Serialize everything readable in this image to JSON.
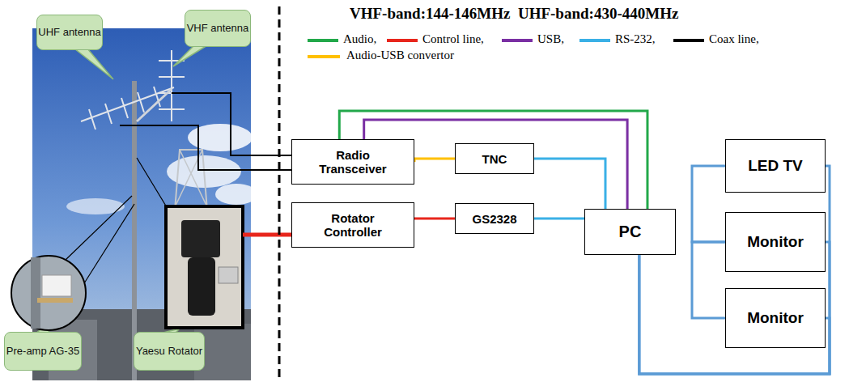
{
  "diagram": {
    "title": "VHF-band:144-146MHz  UHF-band:430-440MHz",
    "nodes": [
      {
        "text": [
          "UHF antenna"
        ]
      },
      {
        "text": [
          "VHF antenna"
        ]
      },
      {
        "text": [
          "Pre-amp AG-35"
        ]
      },
      {
        "text": [
          "Yaesu Rotator"
        ]
      },
      {
        "text": [
          "Radio Transceiver"
        ]
      },
      {
        "text": [
          "TNC"
        ]
      },
      {
        "text": [
          "Rotator Controller"
        ]
      },
      {
        "text": [
          "GS2328"
        ]
      },
      {
        "text": [
          "PC"
        ]
      },
      {
        "text": [
          "LED TV"
        ]
      },
      {
        "text": [
          "Monitor"
        ]
      },
      {
        "text": [
          "Monitor"
        ]
      }
    ],
    "edges": [
      {
        "from": 4,
        "to": 8,
        "arrow": "none"
      },
      {
        "from": 4,
        "to": 8,
        "arrow": "none"
      },
      {
        "from": 4,
        "to": 5,
        "arrow": "none"
      },
      {
        "from": 5,
        "to": 8,
        "arrow": "none"
      },
      {
        "from": 6,
        "to": 7,
        "arrow": "none"
      },
      {
        "from": 7,
        "to": 8,
        "arrow": "none"
      },
      {
        "from": 8,
        "to": 9,
        "arrow": "none"
      },
      {
        "from": 8,
        "to": 10,
        "arrow": "none"
      },
      {
        "from": 8,
        "to": 11,
        "arrow": "none"
      },
      {
        "from": 9,
        "to": 10,
        "arrow": "none"
      },
      {
        "from": 10,
        "to": 11,
        "arrow": "none"
      }
    ],
    "legend": [
      {
        "text": "Audio,",
        "color": "#22a84a"
      },
      {
        "text": "Control line,",
        "color": "#e8261c"
      },
      {
        "text": "USB,",
        "color": "#7a2fa3"
      },
      {
        "text": "RS-232,",
        "color": "#3ab0e6"
      },
      {
        "text": "Coax line,",
        "color": "#000000"
      },
      {
        "text": "Audio-USB convertor",
        "color": "#ffc000"
      }
    ]
  }
}
